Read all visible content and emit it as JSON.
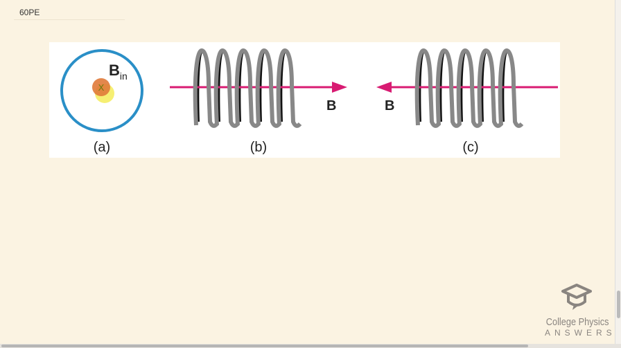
{
  "page": {
    "title": "60PE"
  },
  "figure": {
    "panel_a": {
      "label": "(a)",
      "field_label": "B",
      "field_subscript": "in",
      "marker": "X"
    },
    "panel_b": {
      "label": "(b)",
      "field_label": "B",
      "loops": 5,
      "arrow_direction": "right"
    },
    "panel_c": {
      "label": "(c)",
      "field_label": "B",
      "loops": 5,
      "arrow_direction": "left"
    },
    "colors": {
      "ring": "#2a8fc7",
      "arrow": "#d81b72",
      "coil_front": "#111111",
      "coil_back": "#888888"
    }
  },
  "logo": {
    "line1": "College Physics",
    "line2": "ANSWERS"
  }
}
